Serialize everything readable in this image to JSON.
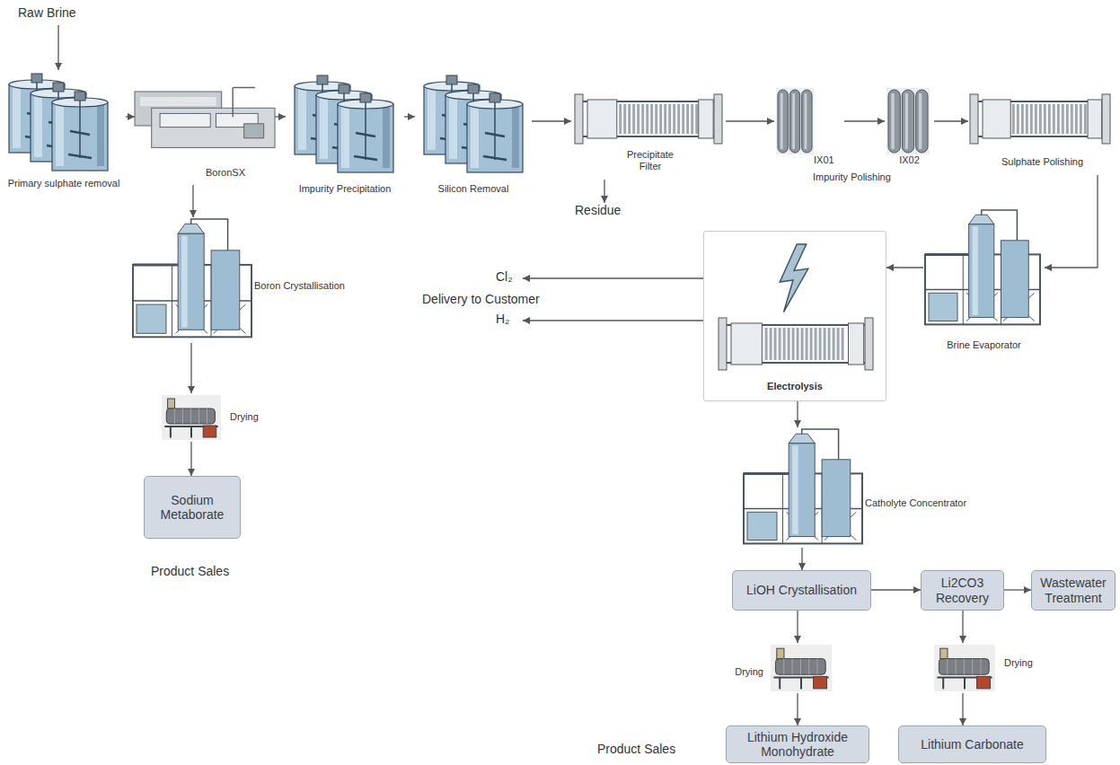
{
  "diagram": {
    "nodes": [
      {
        "text": [
          "Raw Brine"
        ]
      },
      {
        "text": [
          "Primary sulphate removal"
        ]
      },
      {
        "text": [
          "BoronSX"
        ]
      },
      {
        "text": [
          "Impurity Precipitation"
        ]
      },
      {
        "text": [
          "Silicon Removal"
        ]
      },
      {
        "text": [
          "Precipitate Filter"
        ]
      },
      {
        "text": [
          "Residue"
        ]
      },
      {
        "text": [
          "IX01"
        ]
      },
      {
        "text": [
          "IX02"
        ]
      },
      {
        "text": [
          "Sulphate Polishing"
        ]
      },
      {
        "text": [
          "Boron Crystallisation"
        ]
      },
      {
        "text": [
          "Drying"
        ]
      },
      {
        "text": [
          "Sodium Metaborate"
        ]
      },
      {
        "text": [
          "Brine Evaporator"
        ]
      },
      {
        "text": [
          "Electrolysis"
        ]
      },
      {
        "text": [
          "Cl₂"
        ]
      },
      {
        "text": [
          "H₂"
        ]
      },
      {
        "text": [
          "Catholyte Concentrator"
        ]
      },
      {
        "text": [
          "LiOH Crystallisation"
        ]
      },
      {
        "text": [
          "Li2CO3 Recovery"
        ]
      },
      {
        "text": [
          "Wastewater Treatment"
        ]
      },
      {
        "text": [
          "Drying"
        ]
      },
      {
        "text": [
          "Drying"
        ]
      },
      {
        "text": [
          "Lithium Hydroxide Monohydrate"
        ]
      },
      {
        "text": [
          "Lithium Carbonate"
        ]
      }
    ],
    "edges": [
      {
        "from": 0,
        "to": 1,
        "arrow": "to"
      },
      {
        "from": 1,
        "to": 2,
        "arrow": "to"
      },
      {
        "from": 2,
        "to": 3,
        "arrow": "to"
      },
      {
        "from": 3,
        "to": 4,
        "arrow": "to"
      },
      {
        "from": 4,
        "to": 5,
        "arrow": "to"
      },
      {
        "from": 5,
        "to": 6,
        "arrow": "to"
      },
      {
        "from": 5,
        "to": 7,
        "arrow": "to"
      },
      {
        "from": 7,
        "to": 8,
        "arrow": "to"
      },
      {
        "from": 8,
        "to": 9,
        "arrow": "to"
      },
      {
        "from": 9,
        "to": 13,
        "arrow": "to"
      },
      {
        "from": 13,
        "to": 14,
        "arrow": "to"
      },
      {
        "from": 14,
        "to": 15,
        "arrow": "to"
      },
      {
        "from": 14,
        "to": 16,
        "arrow": "to"
      },
      {
        "from": 2,
        "to": 10,
        "arrow": "to"
      },
      {
        "from": 10,
        "to": 11,
        "arrow": "to"
      },
      {
        "from": 11,
        "to": 12,
        "arrow": "to"
      },
      {
        "from": 14,
        "to": 17,
        "arrow": "to"
      },
      {
        "from": 17,
        "to": 18,
        "arrow": "to"
      },
      {
        "from": 18,
        "to": 19,
        "arrow": "to"
      },
      {
        "from": 19,
        "to": 20,
        "arrow": "to"
      },
      {
        "from": 18,
        "to": 21,
        "arrow": "to"
      },
      {
        "from": 19,
        "to": 22,
        "arrow": "to"
      },
      {
        "from": 21,
        "to": 23,
        "arrow": "to"
      },
      {
        "from": 22,
        "to": 24,
        "arrow": "to"
      }
    ],
    "labels": [
      "Impurity Polishing",
      "Delivery to Customer",
      "Product Sales",
      "Product Sales"
    ]
  }
}
